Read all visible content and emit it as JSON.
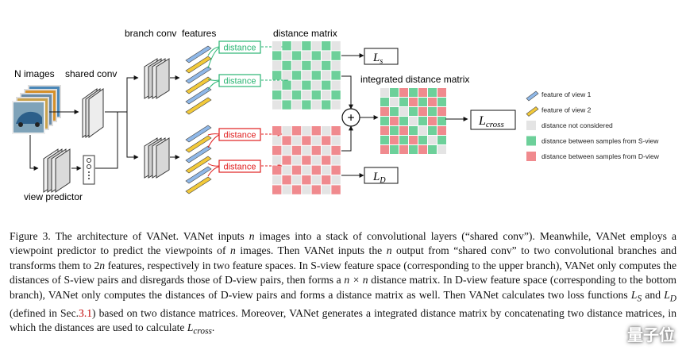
{
  "figure": {
    "labels": {
      "n_images": "N images",
      "shared_conv": "shared conv",
      "branch_conv": "branch conv",
      "features": "features",
      "distance_matrix": "distance matrix",
      "integrated_matrix": "integrated distance matrix",
      "view_predictor": "view predictor",
      "distance": "distance",
      "plus": "+",
      "loss_s": "L",
      "loss_s_sub": "s",
      "loss_d": "L",
      "loss_d_sub": "D",
      "loss_cross": "L",
      "loss_cross_sub": "cross"
    },
    "legend": [
      {
        "label": "feature of view 1",
        "kind": "bar",
        "color": "#8fb8e8"
      },
      {
        "label": "feature of view 2",
        "kind": "bar",
        "color": "#f2c93a"
      },
      {
        "label": "distance not considered",
        "kind": "square",
        "color": "#e4e4e4"
      },
      {
        "label": "distance between samples from S-view",
        "kind": "square",
        "color": "#6dd09a"
      },
      {
        "label": "distance between samples from D-view",
        "kind": "square",
        "color": "#f08a8e"
      }
    ],
    "colors": {
      "view1": "#8fb8e8",
      "view2": "#f2c93a",
      "gray": "#e4e4e4",
      "green": "#6dd09a",
      "red": "#f08a8e",
      "green_line": "#2ab573",
      "red_line": "#e02020"
    }
  },
  "caption": {
    "p1": "Figure 3. The architecture of VANet. VANet inputs ",
    "n1": "n",
    "p2": " images into a stack of convolutional layers (“shared conv”). Meanwhile, VANet employs a viewpoint predictor to predict the viewpoints of ",
    "n2": "n",
    "p3": " images. Then VANet inputs the ",
    "n3": "n",
    "p4": " output from “shared conv” to two convolutional branches and transforms them to 2",
    "n4": "n",
    "p5": " features, respectively in two feature spaces. In S-view feature space (corresponding to the upper branch), VANet only computes the distances of S-view pairs and disregards those of D-view pairs, then forms a ",
    "nxn": "n × n",
    "p6": " distance matrix. In D-view feature space (corresponding to the bottom branch), VANet only computes the distances of D-view pairs and forms a distance matrix as well. Then VANet calculates two loss functions ",
    "ls": "L",
    "ls_sub": "S",
    "p7": " and ",
    "ld": "L",
    "ld_sub": "D",
    "p8": " (defined in Sec.",
    "ref": "3.1",
    "p9": ") based on two distance matrices. Moreover, VANet generates a integrated distance matrix by concatenating two distance matrices, in which the distances are used to calculate ",
    "lc": "L",
    "lc_sub": "cross",
    "p10": "."
  },
  "watermark": "量子位"
}
